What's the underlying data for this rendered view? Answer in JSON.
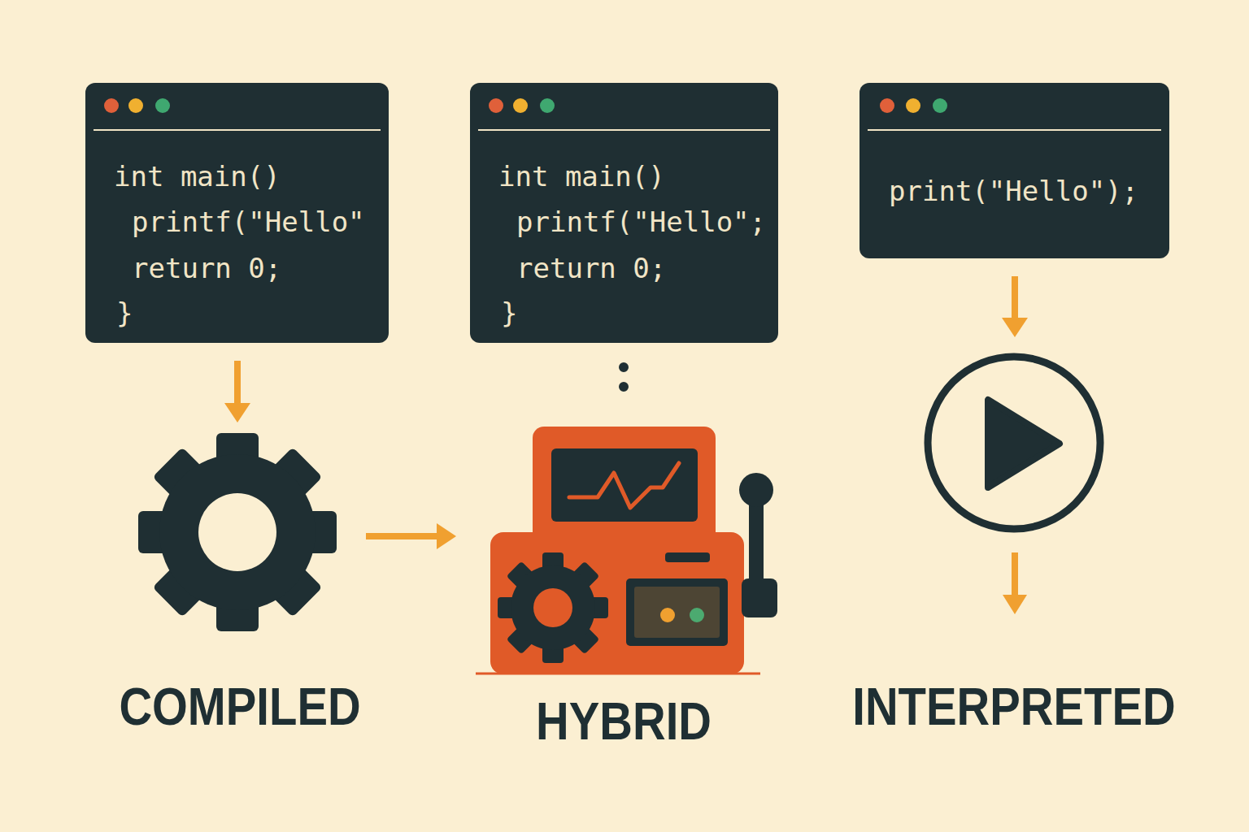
{
  "diagram": {
    "nodes": [
      {
        "text": [
          "int main()",
          "printf(\"Hello\"",
          "return 0;",
          "}"
        ]
      },
      {
        "text": [
          "int main()",
          "printf(\"Hello\";",
          "return 0;",
          "}"
        ]
      },
      {
        "text": [
          "print(\"Hello\");"
        ]
      },
      {
        "text": [
          "COMPILED"
        ]
      },
      {
        "text": [
          "HYBRID"
        ]
      },
      {
        "text": [
          "INTERPRETED"
        ]
      }
    ],
    "edges": [
      {
        "from": 0,
        "to": 3,
        "arrow": "to"
      },
      {
        "from": 3,
        "to": 4,
        "arrow": "to"
      },
      {
        "from": 1,
        "to": 4,
        "arrow": "none"
      },
      {
        "from": 2,
        "to": 5,
        "arrow": "to"
      }
    ]
  }
}
